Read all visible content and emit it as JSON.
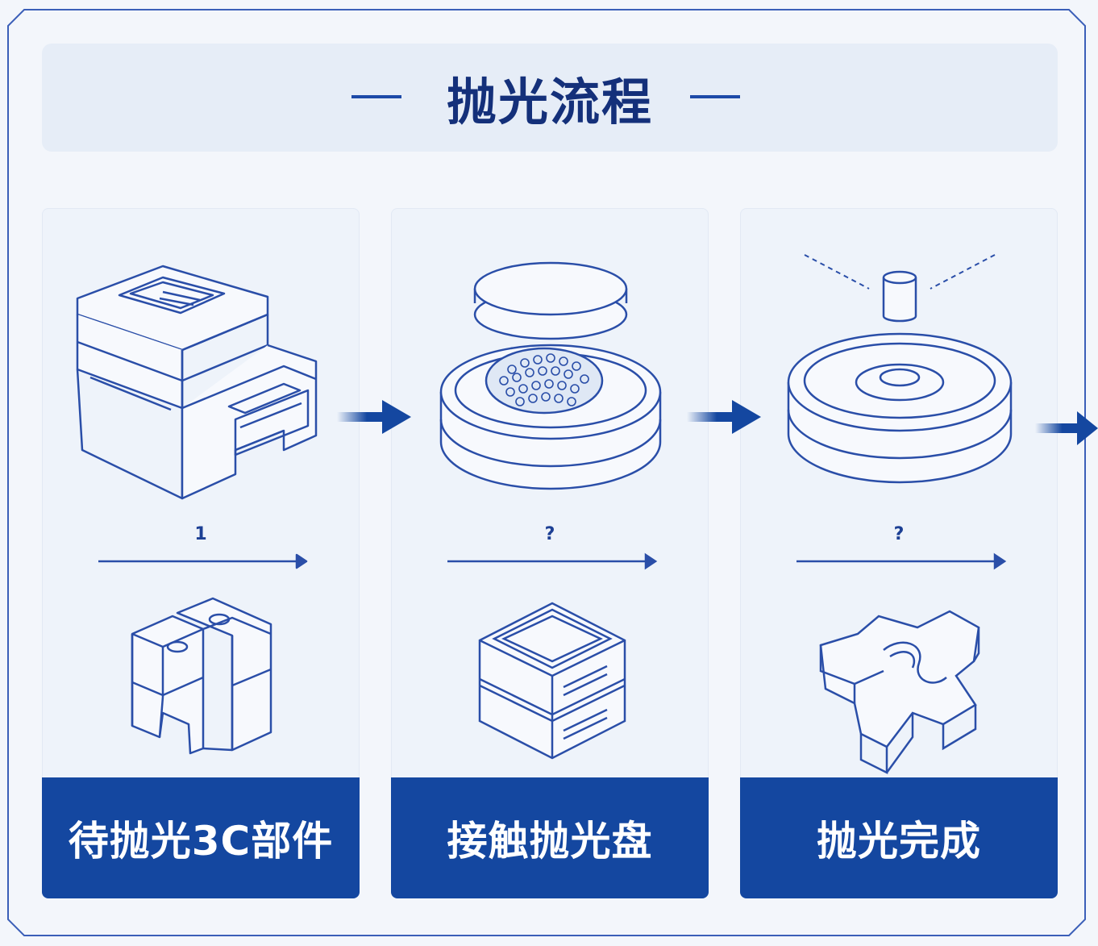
{
  "title": "抛光流程",
  "colors": {
    "primary": "#1447a0",
    "title": "#14307a",
    "line": "#2a4ea8",
    "panel_bg": "#eef3fa",
    "frame": "#3b5fb8"
  },
  "steps": [
    {
      "number": "1",
      "label": "待抛光3C部件",
      "top_icon": "machine-block-icon",
      "bottom_icon": "split-block-part-icon"
    },
    {
      "number": "?",
      "label": "接触抛光盘",
      "top_icon": "polishing-disc-pad-icon",
      "bottom_icon": "layered-square-part-icon"
    },
    {
      "number": "?",
      "label": "抛光完成",
      "top_icon": "polished-disc-tool-icon",
      "bottom_icon": "star-gear-part-icon"
    }
  ],
  "connector_icon": "right-arrow-icon"
}
